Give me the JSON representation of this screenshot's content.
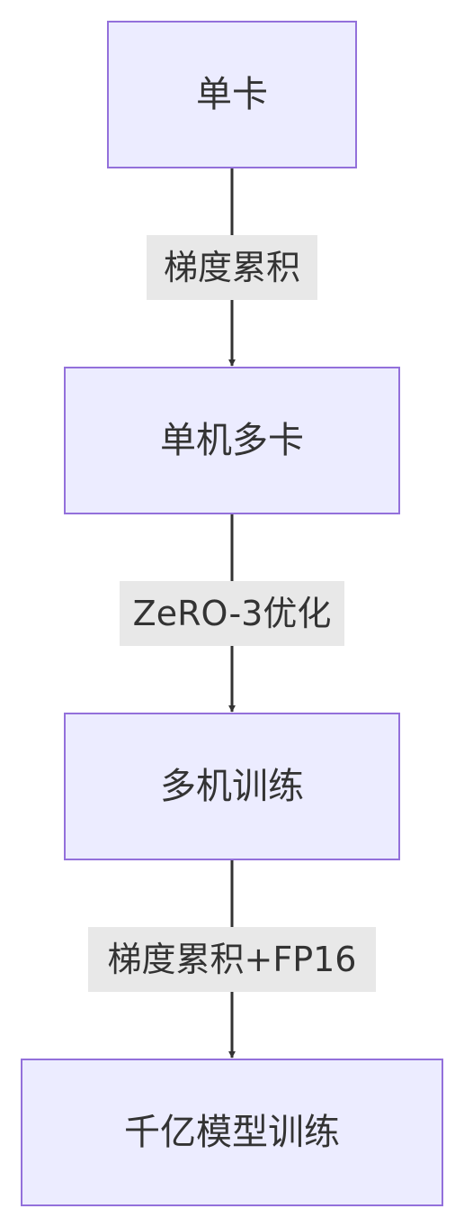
{
  "nodes": [
    {
      "id": "single-gpu",
      "label": "单卡"
    },
    {
      "id": "single-machine-multi-gpu",
      "label": "单机多卡"
    },
    {
      "id": "multi-machine-training",
      "label": "多机训练"
    },
    {
      "id": "hundred-billion-model-training",
      "label": "千亿模型训练"
    }
  ],
  "edges": [
    {
      "from": "single-gpu",
      "to": "single-machine-multi-gpu",
      "label": "梯度累积"
    },
    {
      "from": "single-machine-multi-gpu",
      "to": "multi-machine-training",
      "label": "ZeRO-3优化"
    },
    {
      "from": "multi-machine-training",
      "to": "hundred-billion-model-training",
      "label": "梯度累积+FP16"
    }
  ],
  "colors": {
    "node_fill": "#ECECFF",
    "node_border": "#9370DB",
    "edge": "#333333",
    "edge_label_bg": "#E8E8E8",
    "text": "#333333"
  }
}
